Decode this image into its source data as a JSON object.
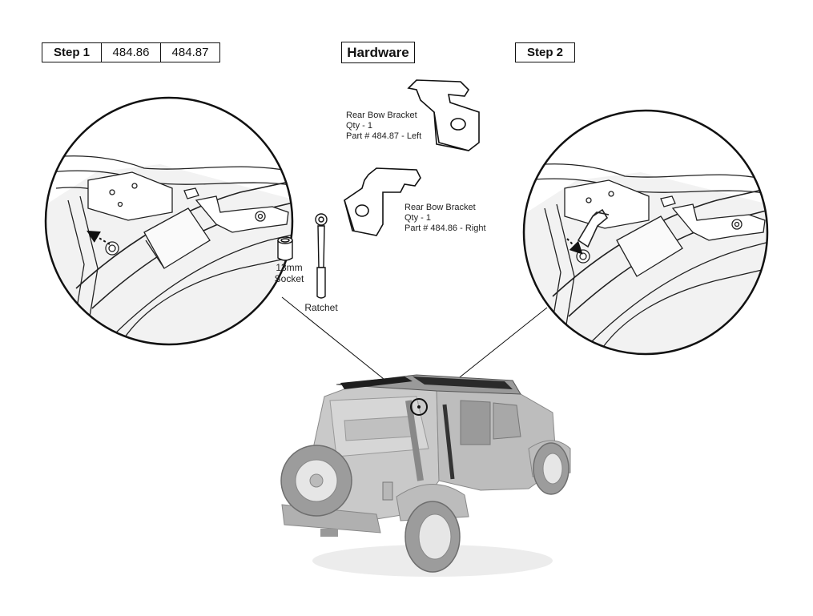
{
  "header": {
    "step1": {
      "label": "Step 1",
      "parts": [
        "484.86",
        "484.87"
      ]
    },
    "hardware_label": "Hardware",
    "step2_label": "Step 2"
  },
  "hardware_items": [
    {
      "name": "Rear Bow Bracket",
      "qty": "Qty - 1",
      "part": "Part # 484.87 - Left"
    },
    {
      "name": "Rear Bow Bracket",
      "qty": "Qty - 1",
      "part": "Part # 484.86 - Right"
    }
  ],
  "tools": {
    "socket_line1": "13mm",
    "socket_line2": "Socket",
    "ratchet": "Ratchet"
  }
}
